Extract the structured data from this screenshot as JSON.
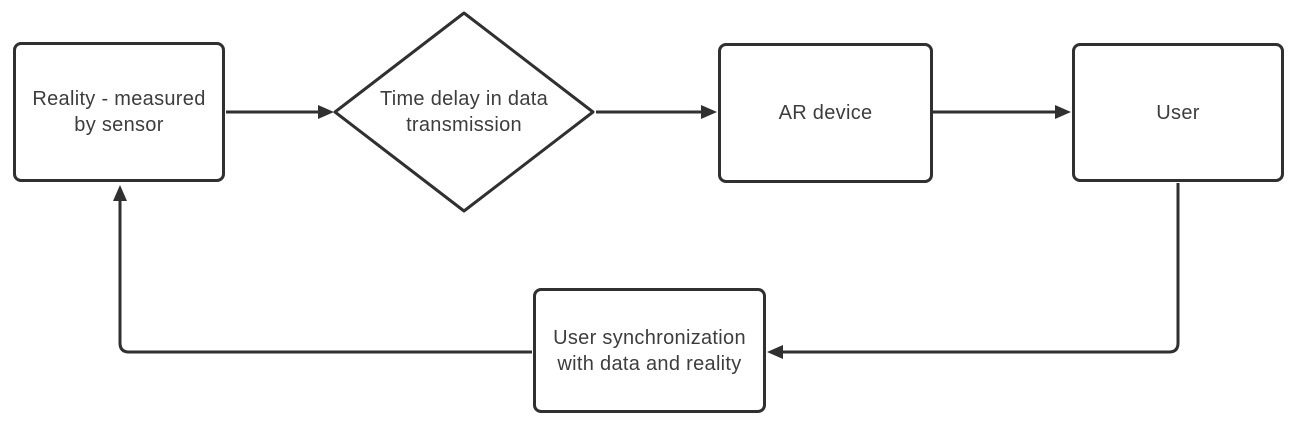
{
  "diagram_type": "flowchart",
  "colors": {
    "stroke": "#312f2f",
    "text": "#3d3d3d",
    "node_fill": "#ffffff",
    "background": "#ffffff"
  },
  "nodes": {
    "reality": {
      "label": "Reality - measured\nby sensor",
      "shape": "rounded-rectangle"
    },
    "time_delay": {
      "label": "Time delay in data\ntransmission",
      "shape": "diamond"
    },
    "ar_device": {
      "label": "AR device",
      "shape": "rounded-rectangle"
    },
    "user": {
      "label": "User",
      "shape": "rounded-rectangle"
    },
    "sync": {
      "label": "User synchronization\nwith data and reality",
      "shape": "rounded-rectangle"
    }
  },
  "edges": [
    {
      "from": "reality",
      "to": "time_delay",
      "style": "arrow"
    },
    {
      "from": "time_delay",
      "to": "ar_device",
      "style": "arrow"
    },
    {
      "from": "ar_device",
      "to": "user",
      "style": "arrow"
    },
    {
      "from": "user",
      "to": "sync",
      "style": "arrow"
    },
    {
      "from": "sync",
      "to": "reality",
      "style": "arrow"
    }
  ]
}
